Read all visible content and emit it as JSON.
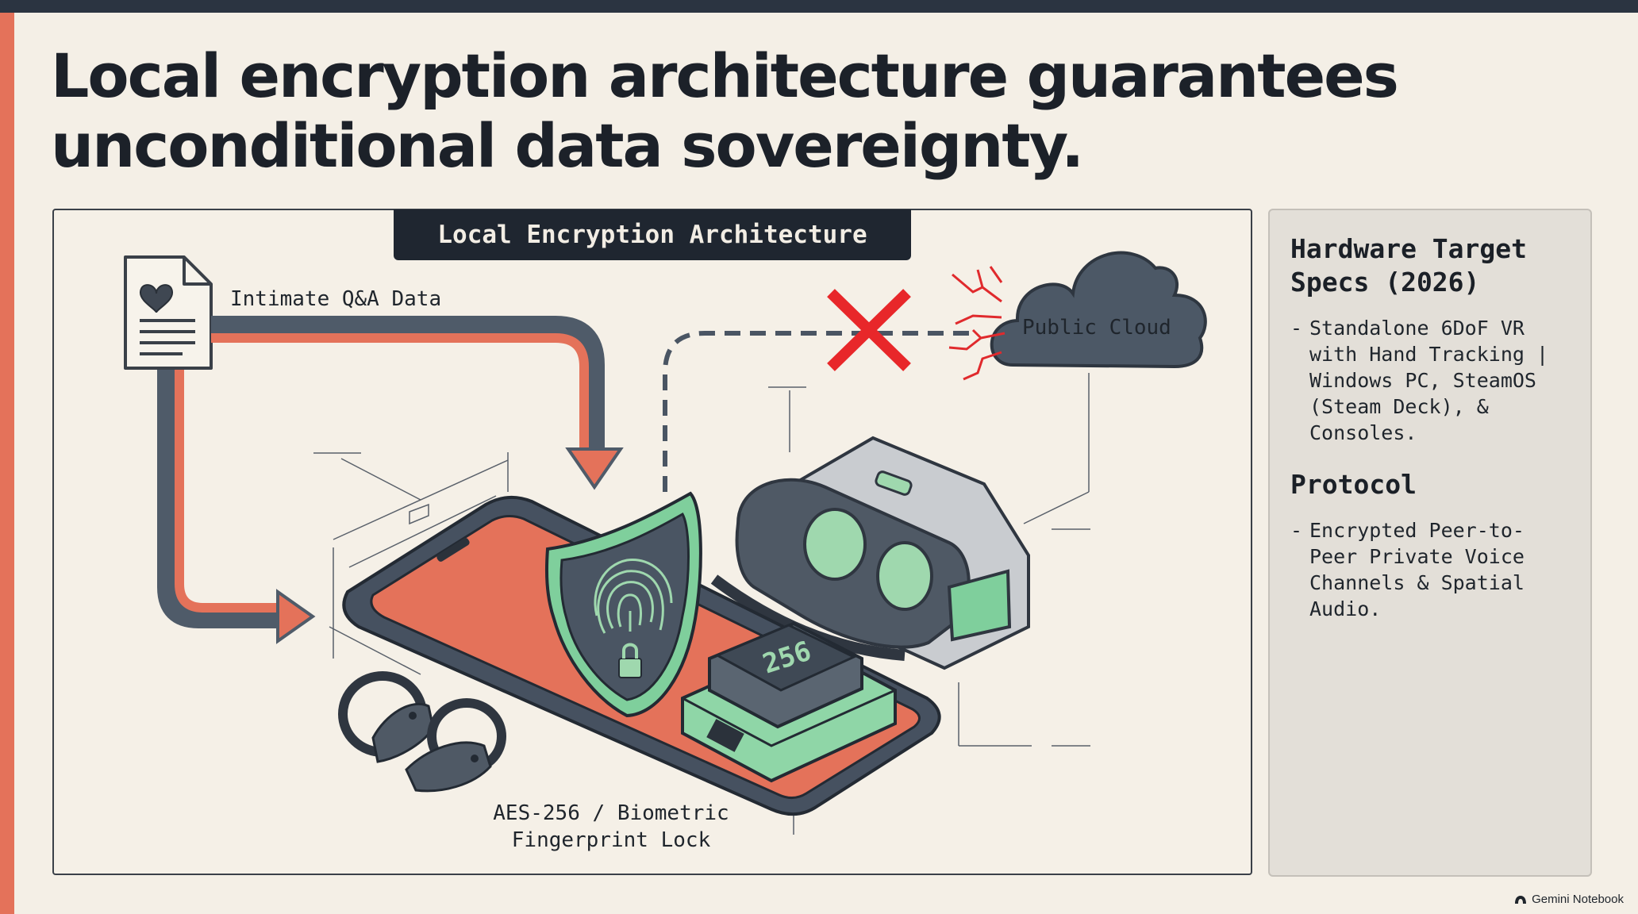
{
  "slide": {
    "title": "Local encryption architecture guarantees unconditional data sovereignty."
  },
  "diagram": {
    "panel_label": "Local Encryption Architecture",
    "data_label": "Intimate Q&A Data",
    "cloud_label": "Public Cloud",
    "chip_text": "256",
    "lock_label_line1": "AES-256 / Biometric",
    "lock_label_line2": "Fingerprint Lock",
    "colors": {
      "accent_red": "#e4725a",
      "dark_slate": "#4a5563",
      "secure_green": "#7fcf9c",
      "block_cross": "#e8272a"
    }
  },
  "specs": {
    "heading1": "Hardware Target Specs (2026)",
    "item1": "Standalone 6DoF VR with Hand Tracking | Windows PC, SteamOS (Steam Deck), & Consoles.",
    "heading2": "Protocol",
    "item2": "Encrypted Peer-to-Peer Private Voice Channels & Spatial Audio."
  },
  "footer": {
    "brand": "Gemini Notebook"
  }
}
